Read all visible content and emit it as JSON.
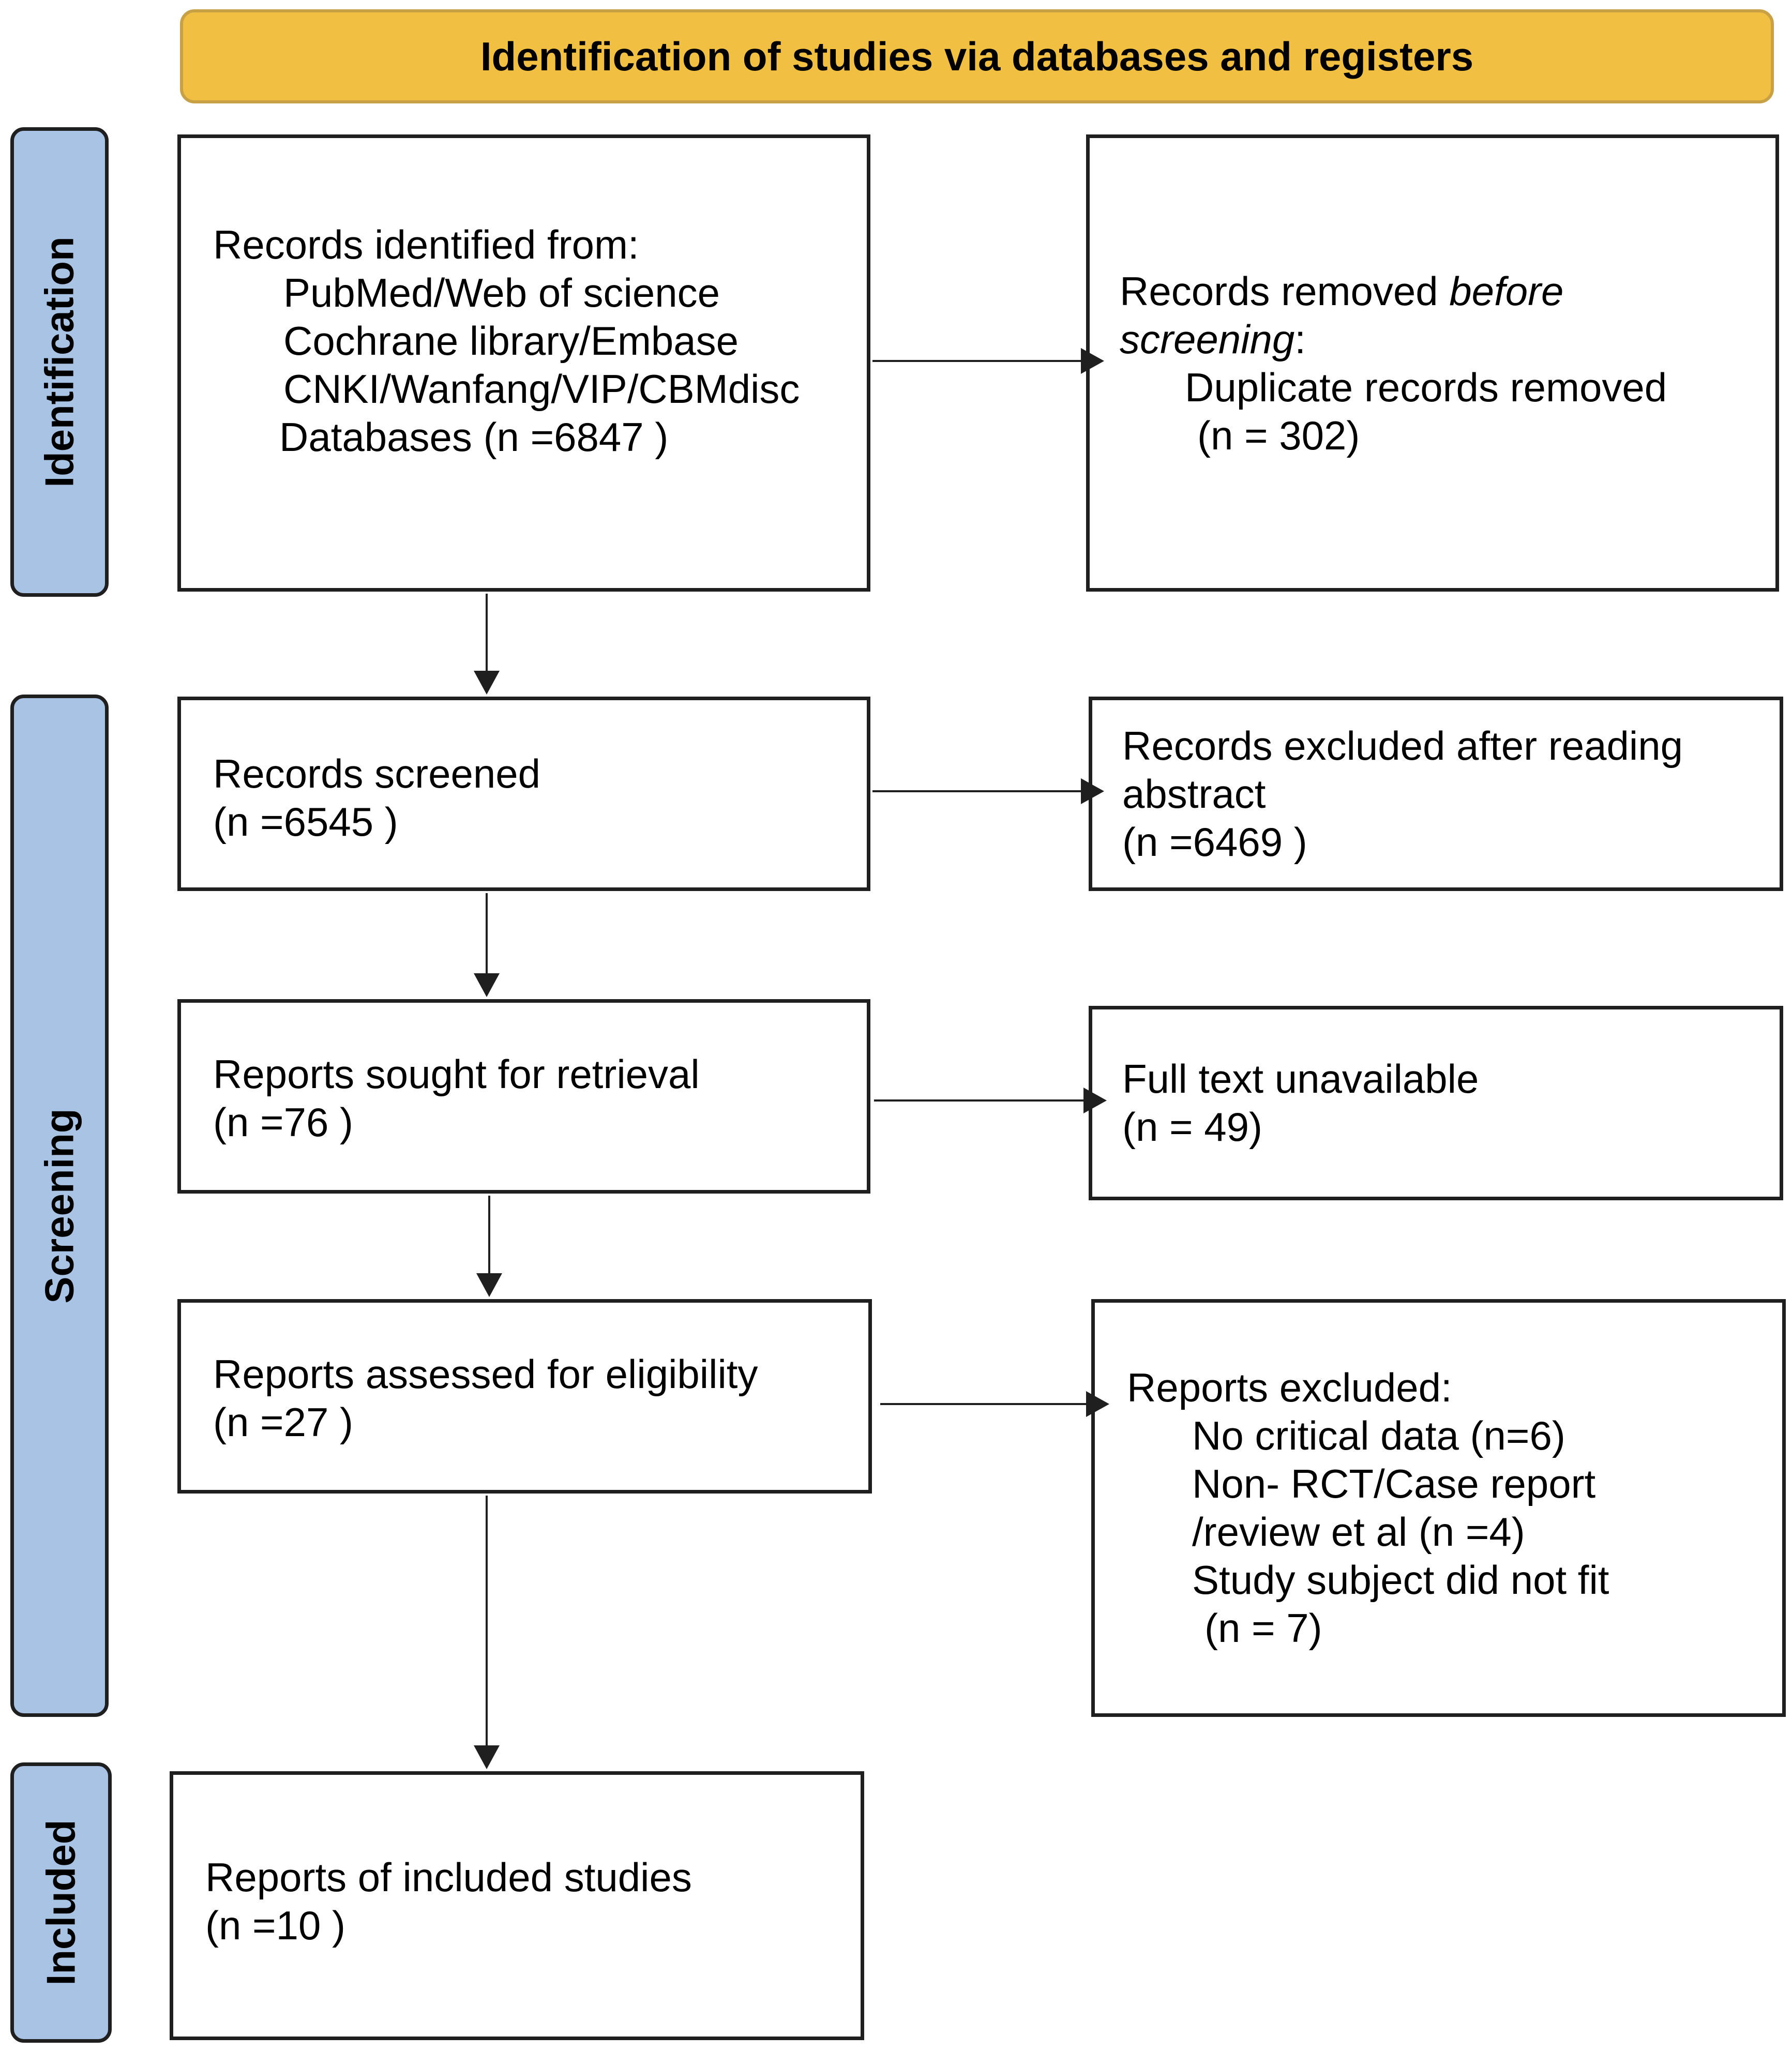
{
  "header": {
    "title": "Identification of studies via databases and registers"
  },
  "phases": {
    "identification": "Identification",
    "screening": "Screening",
    "included": "Included"
  },
  "boxes": {
    "records_identified": {
      "heading": "Records identified from:",
      "sources": [
        "PubMed/Web of science",
        "Cochrane library/Embase",
        "CNKI/Wanfang/VIP/CBMdisc"
      ],
      "total": "Databases (n =6847 )"
    },
    "records_removed": {
      "line1_prefix": "Records removed ",
      "line1_italic": "before",
      "line2_italic": "screening",
      "line2_suffix": ":",
      "line3": "Duplicate records removed",
      "line4": "(n = 302)"
    },
    "records_screened": {
      "label": "Records screened",
      "count": "(n =6545 )"
    },
    "records_excluded": {
      "line1": "Records excluded after reading",
      "line2": "abstract",
      "count": "(n =6469 )"
    },
    "reports_sought": {
      "label": "Reports sought for retrieval",
      "count": "(n =76 )"
    },
    "full_text_unavailable": {
      "label": "Full text unavailable",
      "count": "(n = 49)"
    },
    "reports_assessed": {
      "label": "Reports assessed for eligibility",
      "count": "(n =27 )"
    },
    "reports_excluded": {
      "heading": "Reports excluded:",
      "items": [
        "No critical data (n=6)",
        "Non- RCT/Case report",
        "/review et al (n =4)",
        "Study subject did not fit",
        "(n = 7)"
      ]
    },
    "included_studies": {
      "label": "Reports of included studies",
      "count": "(n =10 )"
    }
  },
  "colors": {
    "header_fill": "#f1c042",
    "header_border": "#c8a046",
    "phase_fill": "#a9c3e5",
    "line": "#1f1f1f"
  }
}
